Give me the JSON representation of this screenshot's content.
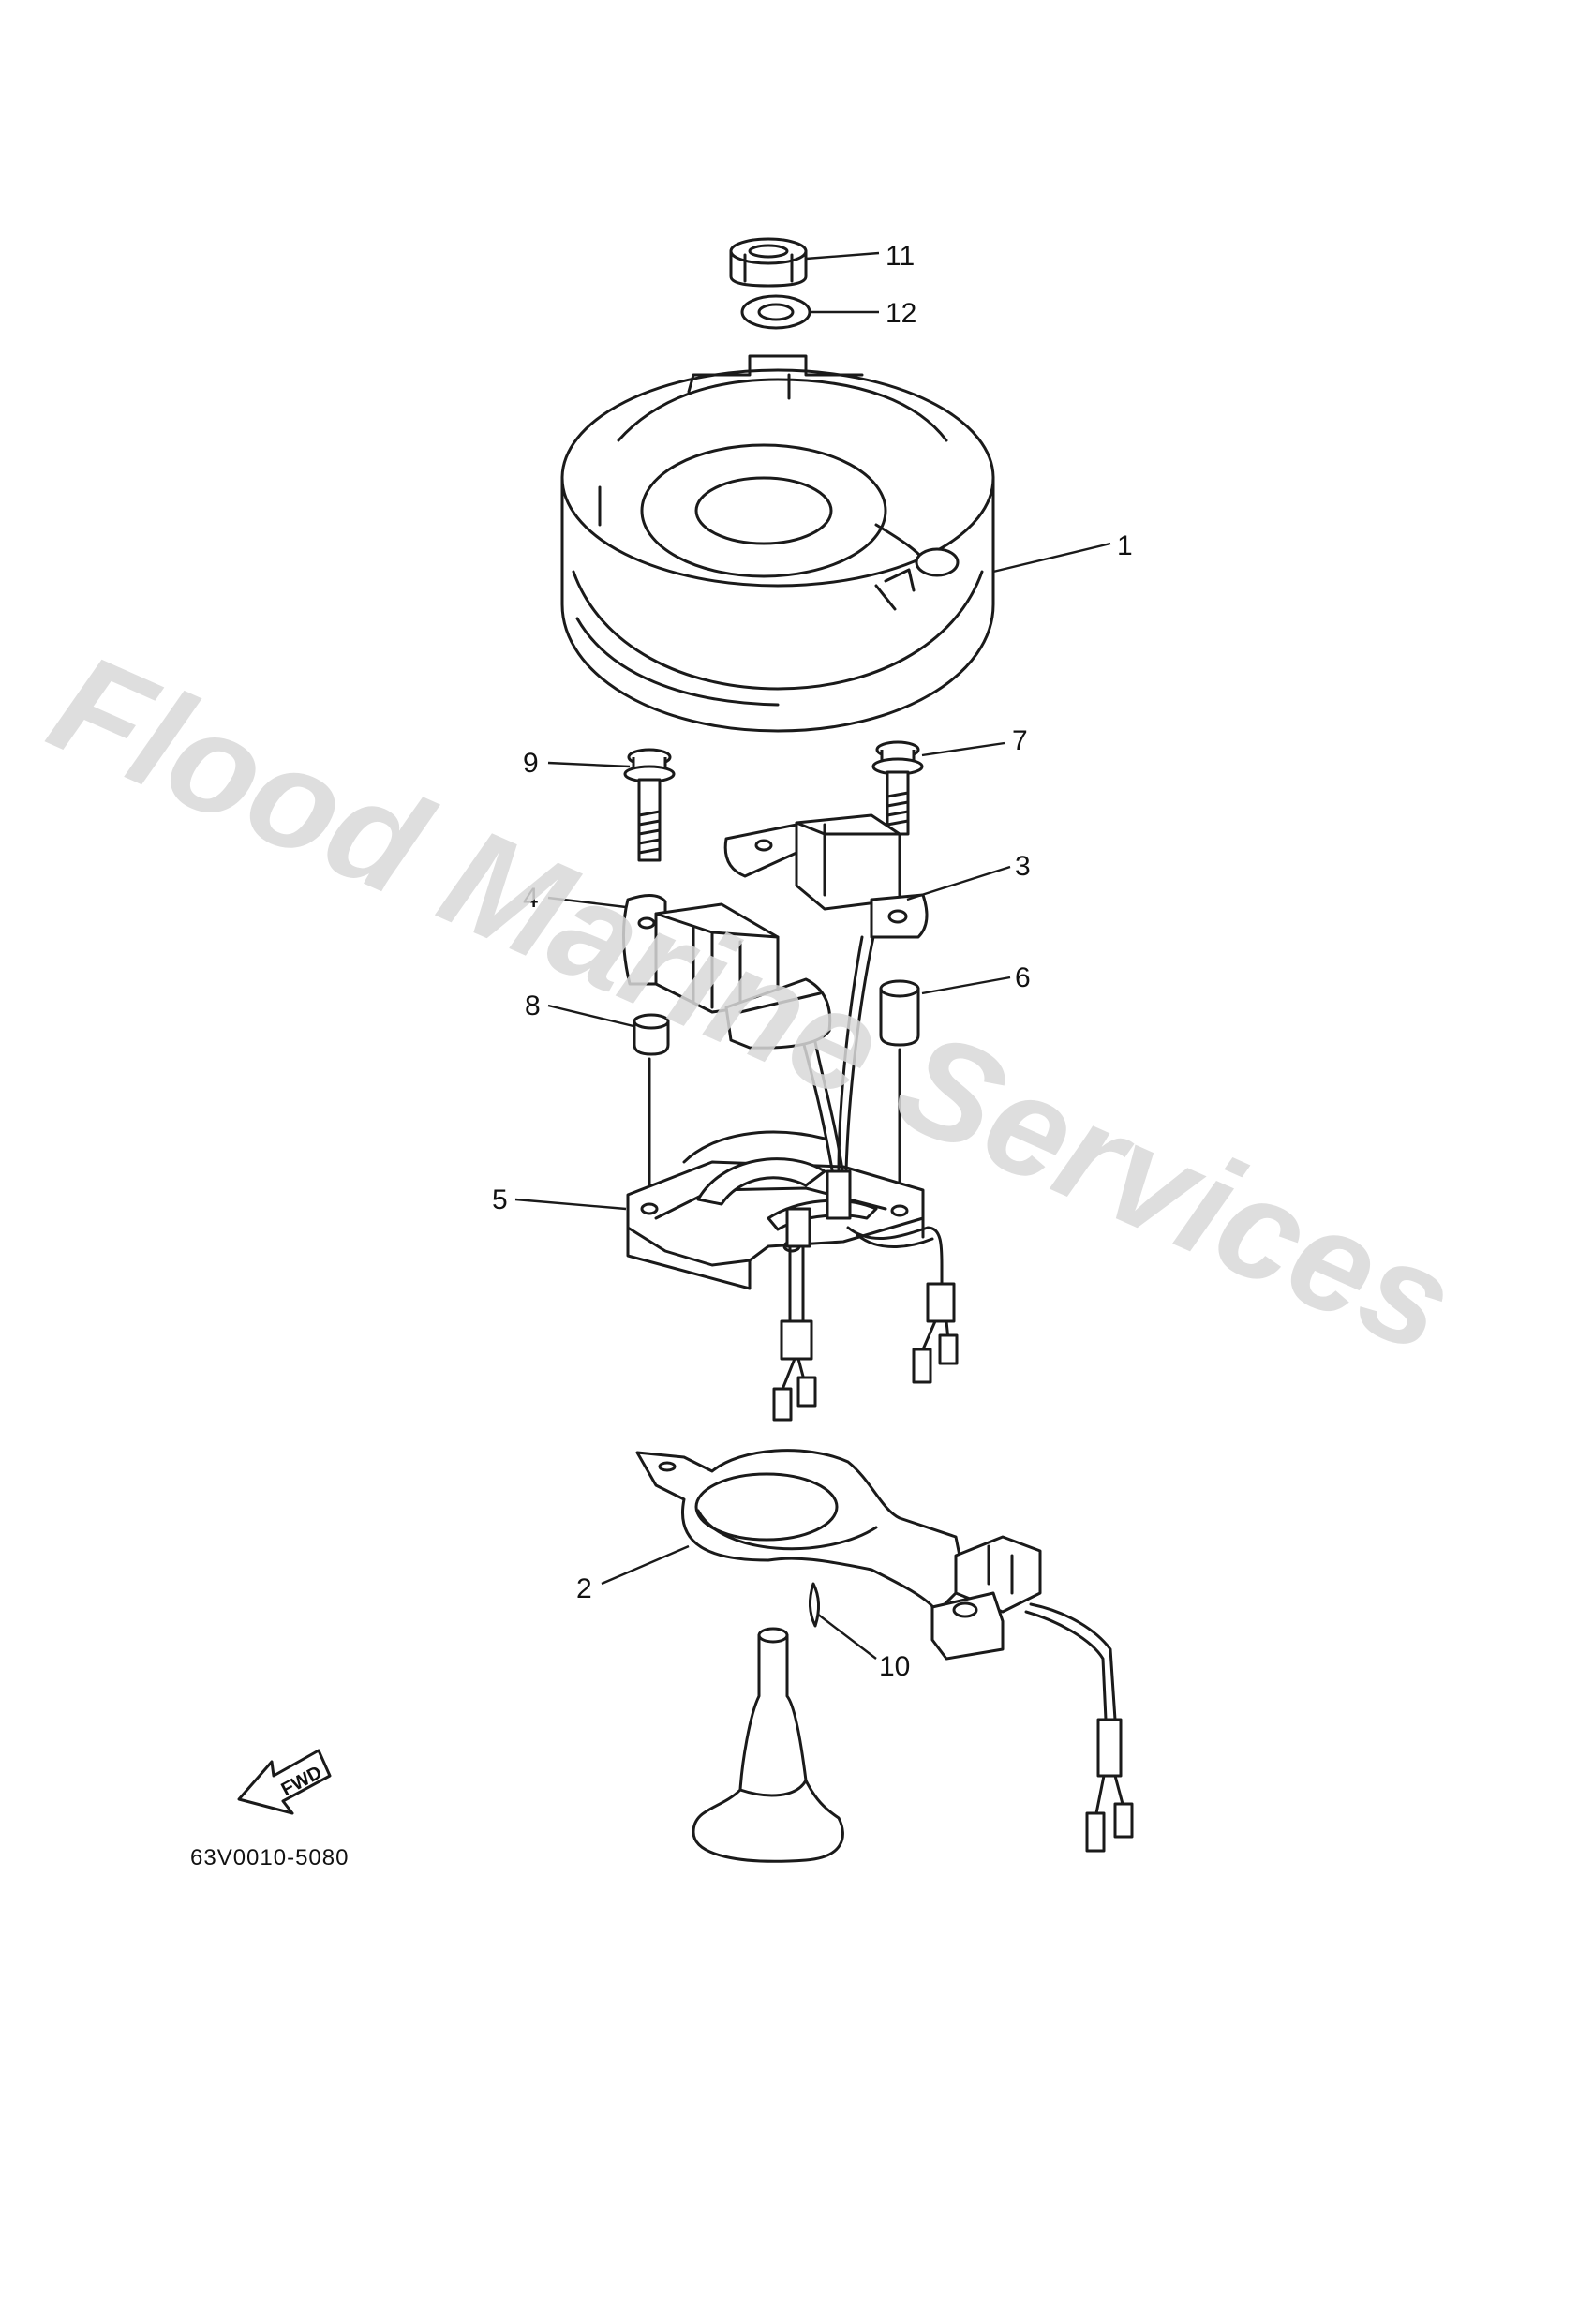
{
  "watermark": "Flood Marine Services",
  "fwd_label": "FWD",
  "diagram_code": "63V0010-5080",
  "callouts": {
    "p1": "1",
    "p2": "2",
    "p3": "3",
    "p4": "4",
    "p5": "5",
    "p6": "6",
    "p7": "7",
    "p8": "8",
    "p9": "9",
    "p10": "10",
    "p11": "11",
    "p12": "12"
  },
  "parts_depicted": {
    "p1": "flywheel-rotor",
    "p2": "pulser-coil-bracket",
    "p3": "charge-coil",
    "p4": "lighting-coil",
    "p5": "stator-base",
    "p6": "collar-spacer",
    "p7": "bolt",
    "p8": "collar-spacer",
    "p9": "bolt",
    "p10": "woodruff-key",
    "p11": "nut",
    "p12": "washer"
  },
  "colors": {
    "line": "#1a1a1a",
    "watermark": "#d9d9d9",
    "background": "#ffffff"
  }
}
